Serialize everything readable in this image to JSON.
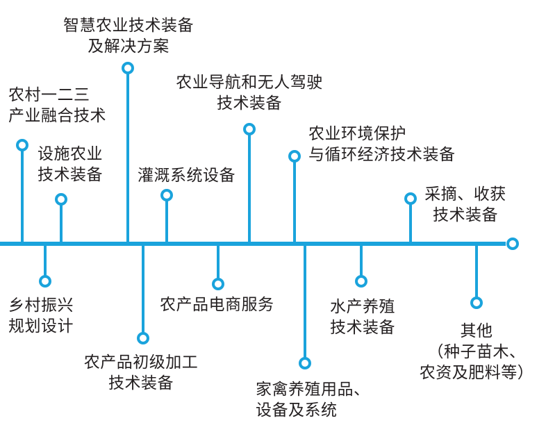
{
  "diagram": {
    "colors": {
      "line": "#1aa3dc",
      "node_fill": "#ffffff",
      "text": "#231f20"
    },
    "above": [
      {
        "id": "rural-integration",
        "lines": [
          "农村一二三",
          "产业融合技术"
        ]
      },
      {
        "id": "facility-agri",
        "lines": [
          "设施农业",
          "技术装备"
        ]
      },
      {
        "id": "smart-agri",
        "lines": [
          "智慧农业技术装备",
          "及解决方案"
        ]
      },
      {
        "id": "irrigation",
        "lines": [
          "灌溉系统设备"
        ]
      },
      {
        "id": "navigation-driverless",
        "lines": [
          "农业导航和无人驾驶",
          "技术装备"
        ]
      },
      {
        "id": "environment-protection",
        "lines": [
          "农业环境保护",
          "与循环经济技术装备"
        ]
      },
      {
        "id": "harvest",
        "lines": [
          "采摘、收获",
          "技术装备"
        ]
      }
    ],
    "below": [
      {
        "id": "rural-revitalization",
        "lines": [
          "乡村振兴",
          "规划设计"
        ]
      },
      {
        "id": "primary-processing",
        "lines": [
          "农产品初级加工",
          "技术装备"
        ]
      },
      {
        "id": "ecommerce",
        "lines": [
          "农产品电商服务"
        ]
      },
      {
        "id": "poultry",
        "lines": [
          "家禽养殖用品、",
          "设备及系统"
        ]
      },
      {
        "id": "aquaculture",
        "lines": [
          "水产养殖",
          "技术装备"
        ]
      },
      {
        "id": "others",
        "lines": [
          "其他",
          "（种子苗木、",
          "农资及肥料等）"
        ]
      }
    ]
  }
}
